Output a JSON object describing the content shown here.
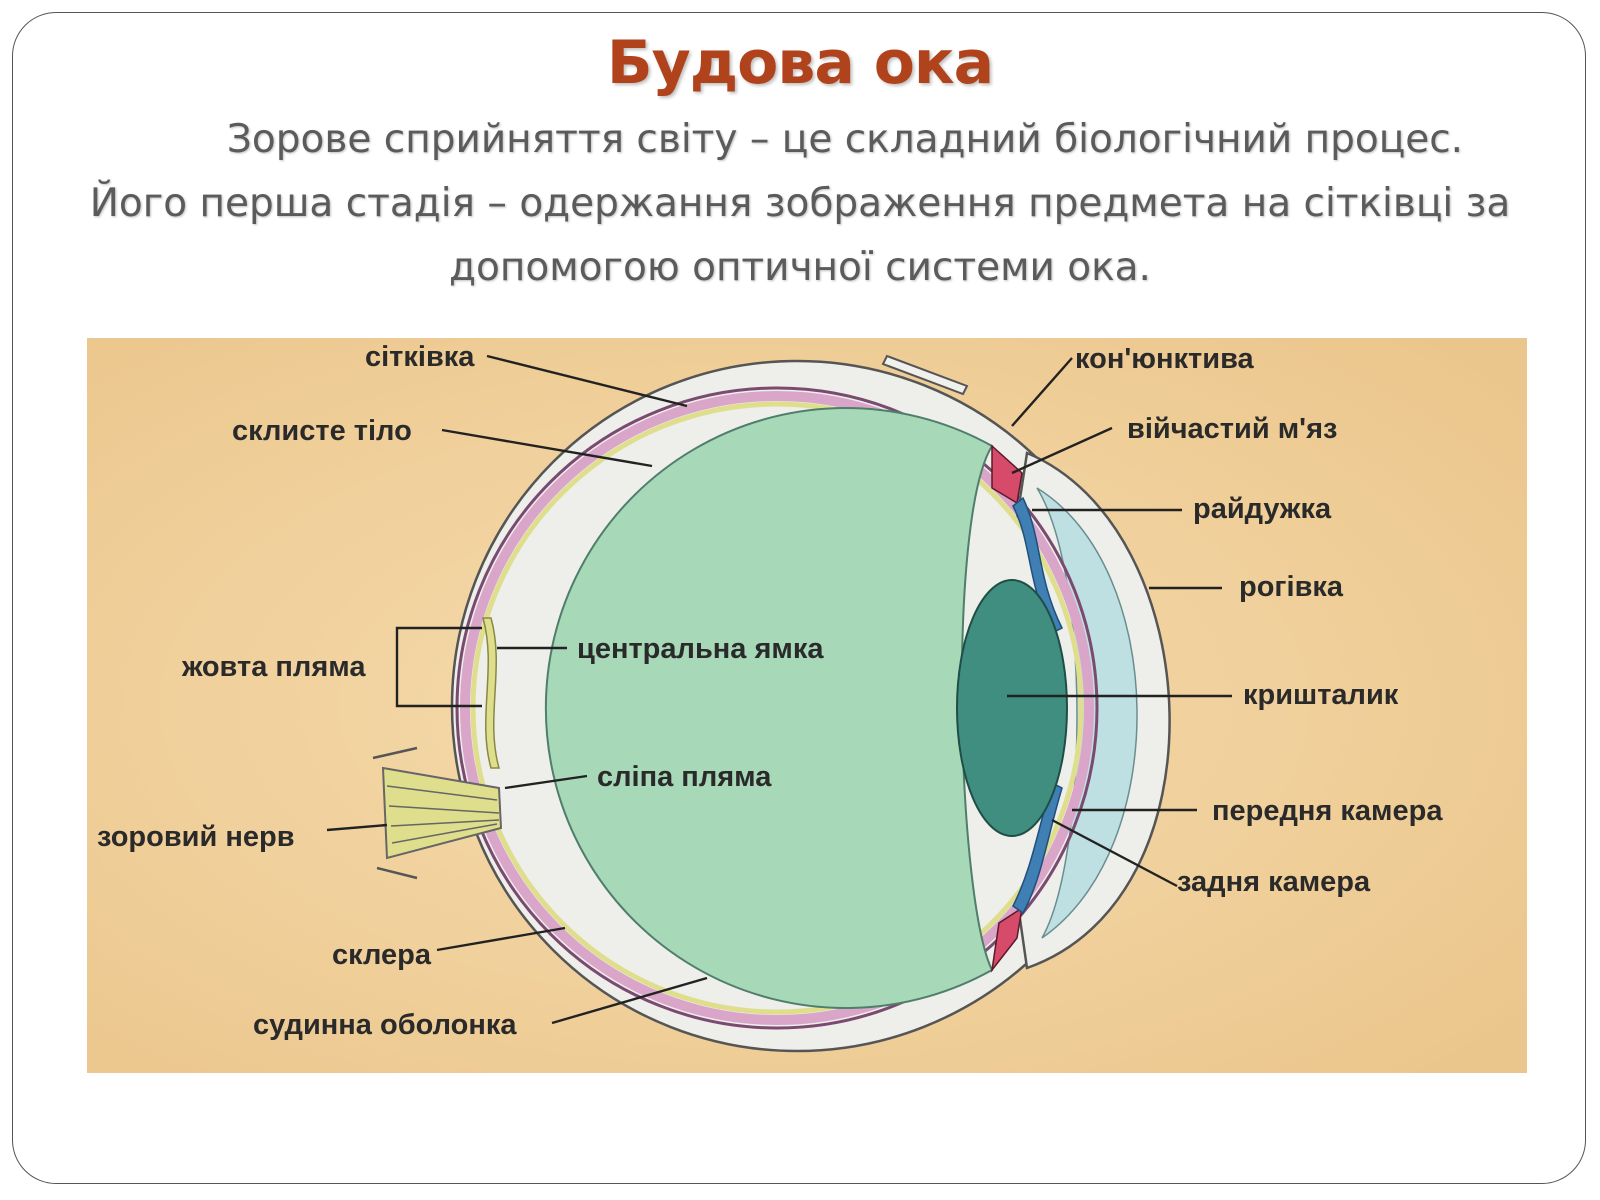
{
  "slide": {
    "title": "Будова ока",
    "intro_lines": [
      "Зорове сприйняття світу – це складний біологічний процес.",
      "Його перша стадія – одержання зображення предмета на сітківці за",
      "допомогою оптичної системи ока."
    ]
  },
  "diagram": {
    "labels": {
      "retina": "сітківка",
      "vitreous": "склисте тіло",
      "macula": "жовта пляма",
      "fovea": "центральна ямка",
      "blind_spot": "сліпа пляма",
      "optic_nerve": "зоровий нерв",
      "sclera": "склера",
      "choroid": "судинна оболонка",
      "conjunctiva": "кон'юнктива",
      "ciliary_muscle": "війчастий м'яз",
      "iris": "райдужка",
      "cornea": "рогівка",
      "lens": "кришталик",
      "anterior_chamber": "передня камера",
      "posterior_chamber": "задня камера"
    },
    "colors": {
      "background": "#f0d29c",
      "vitreous": "#a7d8b8",
      "lens": "#3f8e80",
      "cornea": "#bfe0e2",
      "retina": "#d9a6c9",
      "macula": "#dede8c",
      "iris": "#3f7fb4",
      "ciliary_muscle": "#d64a6a",
      "sclera": "#eeeeea"
    }
  }
}
